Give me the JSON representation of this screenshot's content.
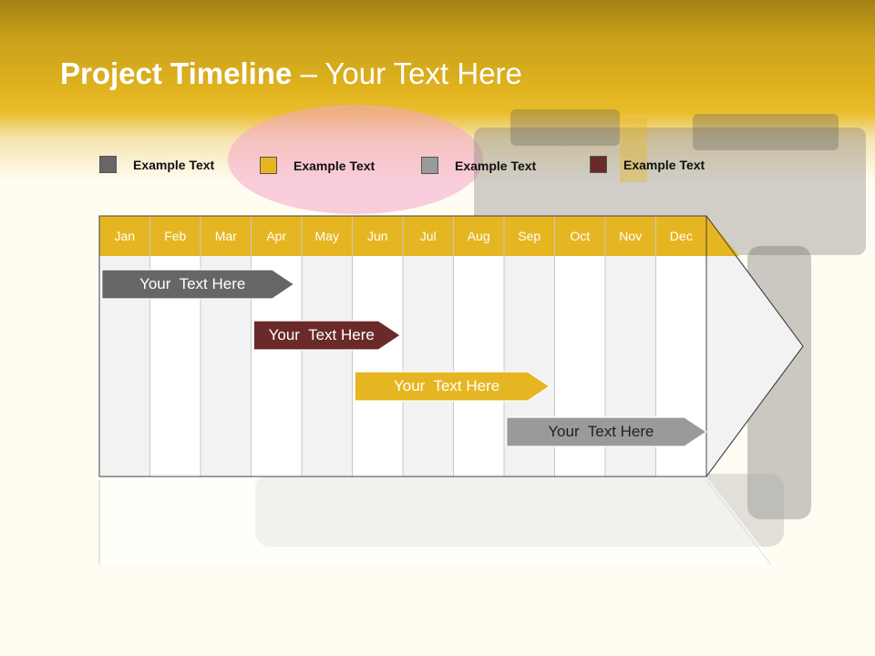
{
  "slide": {
    "title_bold": "Project Timeline",
    "title_rest": " – Your Text Here"
  },
  "legend": [
    {
      "label": "Example Text",
      "color": "#666666"
    },
    {
      "label": "Example Text",
      "color": "#e6b622"
    },
    {
      "label": "Example Text",
      "color": "#9a9a9a"
    },
    {
      "label": "Example Text",
      "color": "#6a2a2a"
    }
  ],
  "timeline": {
    "months": [
      "Jan",
      "Feb",
      "Mar",
      "Apr",
      "May",
      "Jun",
      "Jul",
      "Aug",
      "Sep",
      "Oct",
      "Nov",
      "Dec"
    ],
    "header_color": "#e6b622",
    "tasks": [
      {
        "label": "Your  Text Here",
        "color": "#666666",
        "text_color": "#ffffff",
        "start_month": 0.05,
        "end_month": 3.85
      },
      {
        "label": "Your  Text Here",
        "color": "#6a2a2a",
        "text_color": "#ffffff",
        "start_month": 3.05,
        "end_month": 5.95
      },
      {
        "label": "Your  Text Here",
        "color": "#e6b622",
        "text_color": "#ffffff",
        "start_month": 5.05,
        "end_month": 8.9
      },
      {
        "label": "Your  Text Here",
        "color": "#9a9a9a",
        "text_color": "#222222",
        "start_month": 8.05,
        "end_month": 12.0
      }
    ]
  }
}
